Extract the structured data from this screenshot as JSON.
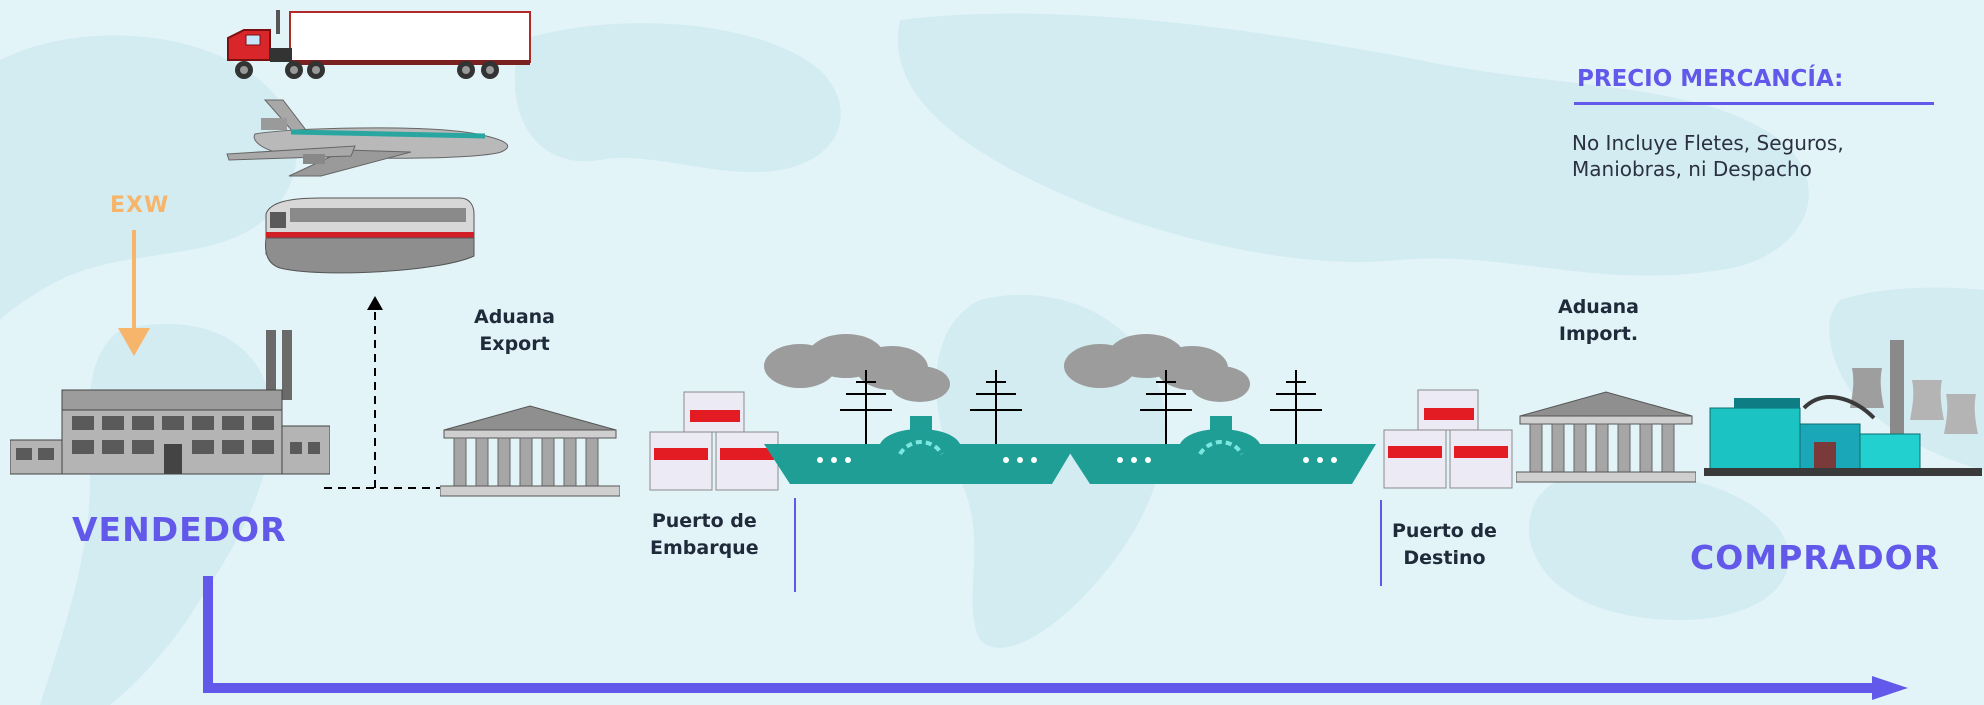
{
  "diagram": {
    "incoterm": "EXW",
    "seller": "VENDEDOR",
    "buyer": "COMPRADOR",
    "customs_export": [
      "Aduana",
      "Export"
    ],
    "customs_import": [
      "Aduana",
      "Import."
    ],
    "port_loading": [
      "Puerto de",
      "Embarque"
    ],
    "port_destination": [
      "Puerto de",
      "Destino"
    ],
    "price": {
      "title": "PRECIO MERCANCÍA:",
      "note": [
        "No Incluye Fletes, Seguros,",
        "Maniobras, ni Despacho"
      ]
    },
    "colors": {
      "accent": "#6259ea",
      "exw": "#f6b56a",
      "ship": "#1f9e96",
      "background": "#e3f4f8"
    },
    "icons": [
      "truck-icon",
      "airplane-icon",
      "train-icon",
      "factory-icon",
      "customs-building-icon",
      "containers-icon",
      "cargo-ship-icon",
      "industrial-plant-icon"
    ]
  }
}
